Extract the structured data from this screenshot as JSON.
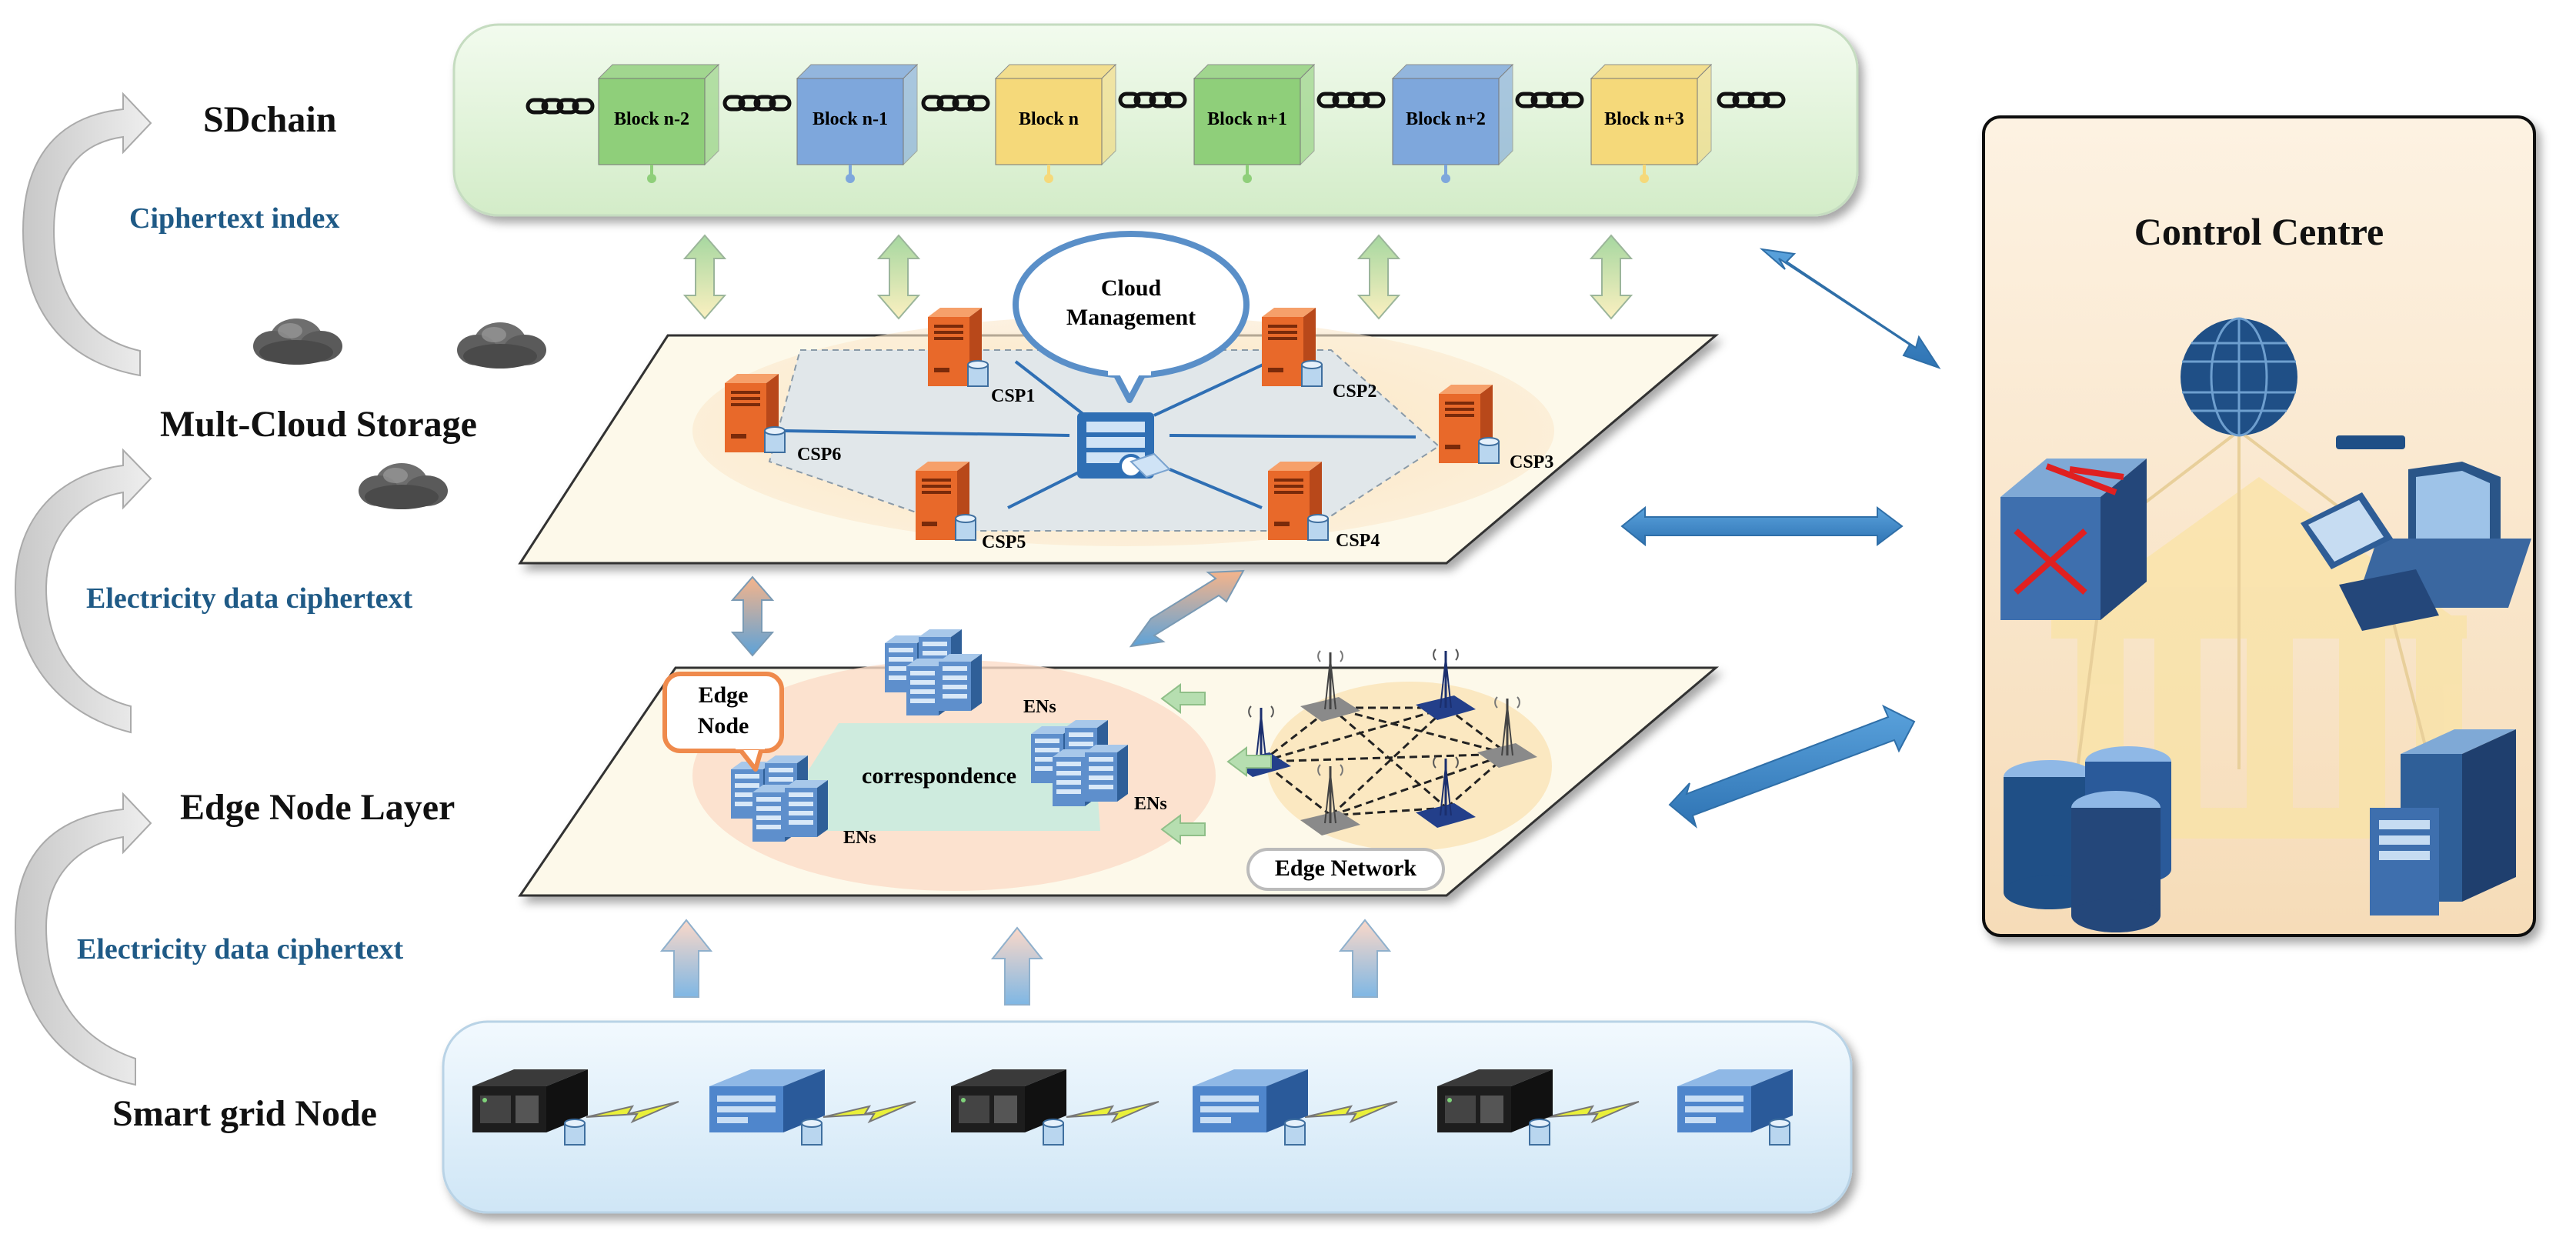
{
  "layers": {
    "sdchain": "SDchain",
    "storage": "Mult-Cloud Storage",
    "edge": "Edge Node Layer",
    "grid": "Smart grid Node"
  },
  "flow_labels": {
    "ciphertext_index": "Ciphertext index",
    "electricity_upper": "Electricity data ciphertext",
    "electricity_lower": "Electricity data ciphertext"
  },
  "blocks": [
    {
      "label": "Block n-2",
      "color": "#8fcf7a"
    },
    {
      "label": "Block n-1",
      "color": "#7ea7dc"
    },
    {
      "label": "Block n",
      "color": "#f5d97a"
    },
    {
      "label": "Block n+1",
      "color": "#8fcf7a"
    },
    {
      "label": "Block n+2",
      "color": "#7ea7dc"
    },
    {
      "label": "Block n+3",
      "color": "#f5d97a"
    }
  ],
  "cloud": {
    "callout": [
      "Cloud",
      "Management"
    ],
    "csps": [
      "CSP1",
      "CSP2",
      "CSP3",
      "CSP4",
      "CSP5",
      "CSP6"
    ]
  },
  "edge": {
    "callout": [
      "Edge",
      "Node"
    ],
    "correspondence": "correspondence",
    "ens": [
      "ENs",
      "ENs",
      "ENs"
    ],
    "network": "Edge Network"
  },
  "control_centre": {
    "title": "Control Centre"
  },
  "colors": {
    "accent_blue": "#1f5a86",
    "arrow_blue": "#3f86c4",
    "server_orange": "#e8692a",
    "sdchain_panel": "#e3f5dc",
    "grid_panel": "#dff0fa",
    "control_panel": "#fbe9cf"
  }
}
